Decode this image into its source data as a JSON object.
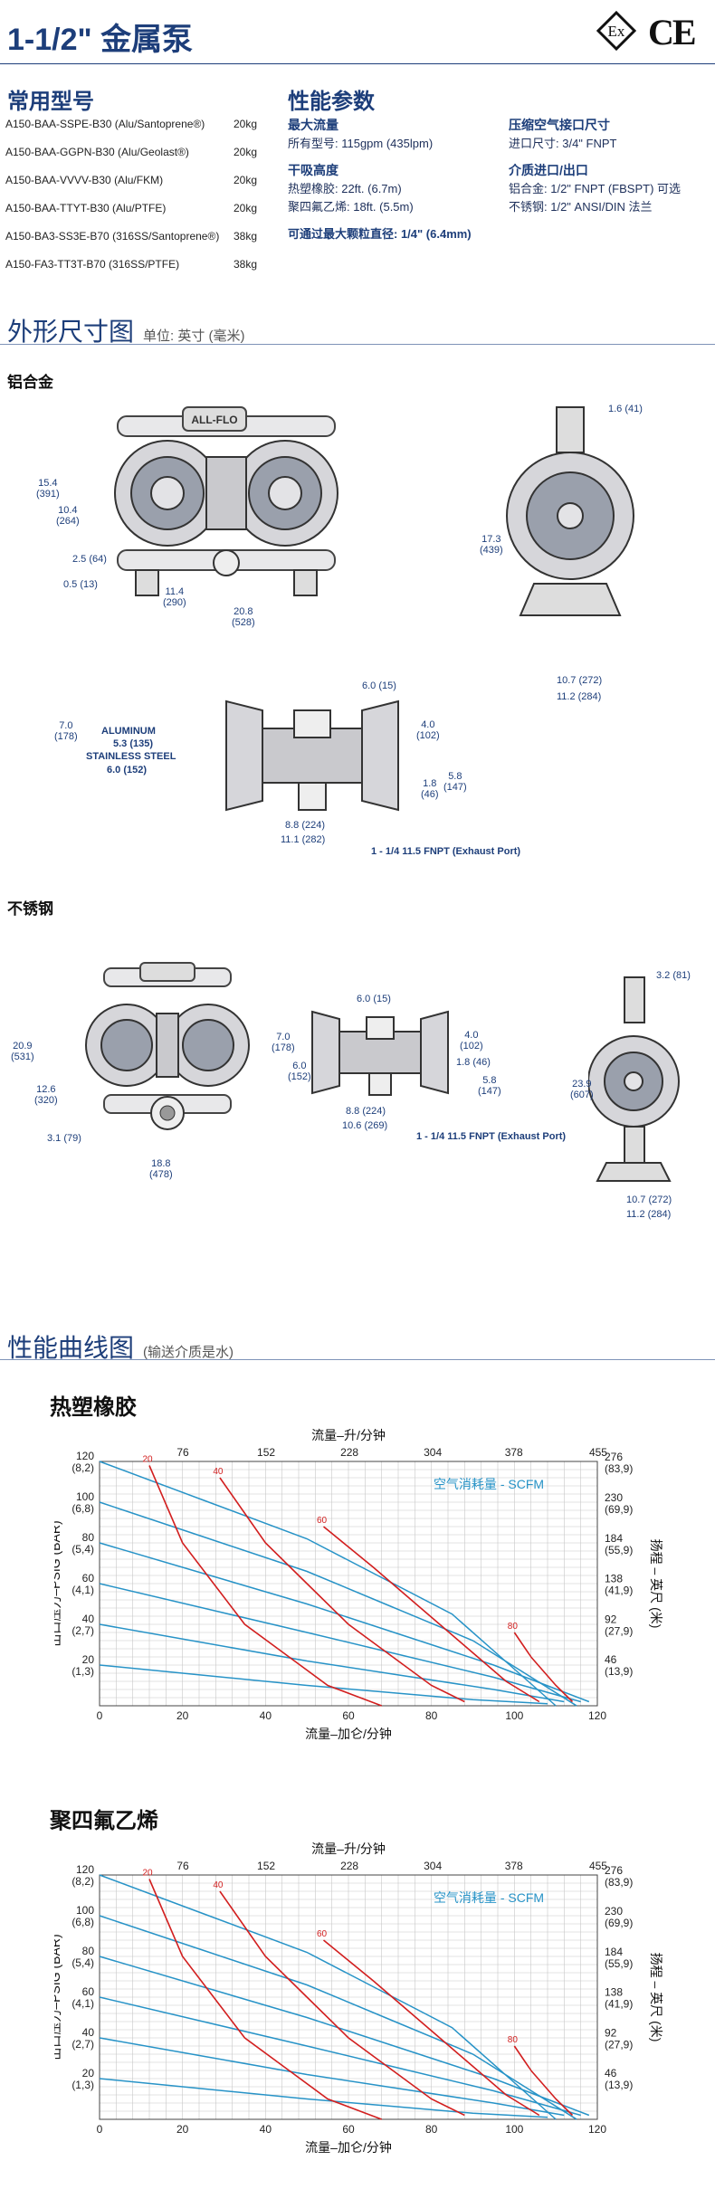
{
  "header": {
    "title": "1-1/2\" 金属泵",
    "marks": [
      "ex-mark",
      "ce-mark"
    ]
  },
  "models": {
    "heading": "常用型号",
    "rows": [
      {
        "name": "A150-BAA-SSPE-B30 (Alu/Santoprene®)",
        "weight": "20kg"
      },
      {
        "name": "A150-BAA-GGPN-B30 (Alu/Geolast®)",
        "weight": "20kg"
      },
      {
        "name": "A150-BAA-VVVV-B30 (Alu/FKM)",
        "weight": "20kg"
      },
      {
        "name": "A150-BAA-TTYT-B30 (Alu/PTFE)",
        "weight": "20kg"
      },
      {
        "name": "A150-BA3-SS3E-B70 (316SS/Santoprene®)",
        "weight": "38kg"
      },
      {
        "name": "A150-FA3-TT3T-B70 (316SS/PTFE)",
        "weight": "38kg"
      }
    ]
  },
  "performance": {
    "heading": "性能参数",
    "max_flow_h": "最大流量",
    "max_flow_t": "所有型号: 115gpm (435lpm)",
    "dry_h": "干吸高度",
    "dry_t1": "热塑橡胶: 22ft. (6.7m)",
    "dry_t2": "聚四氟乙烯: 18ft. (5.5m)",
    "particle": "可通过最大颗粒直径: 1/4\" (6.4mm)",
    "air_h": "压缩空气接口尺寸",
    "air_t": "进口尺寸: 3/4\" FNPT",
    "port_h": "介质进口/出口",
    "port_t1": "铝合金: 1/2\" FNPT (FBSPT) 可选",
    "port_t2": "不锈钢: 1/2\" ANSI/DIN 法兰"
  },
  "dimensions": {
    "title": "外形尺寸图",
    "unit": "单位: 英寸 (毫米)",
    "aluminum": "铝合金",
    "stainless": "不锈钢",
    "alu_front": [
      "15.4\n(391)",
      "10.4\n(264)",
      "2.5 (64)",
      "0.5 (13)",
      "11.4\n(290)",
      "20.8\n(528)"
    ],
    "alu_side": [
      "1.6 (41)",
      "17.3\n(439)",
      "10.7 (272)",
      "11.2 (284)"
    ],
    "alu_top": [
      "7.0\n(178)",
      "ALUMINUM",
      "5.3 (135)",
      "STAINLESS STEEL",
      "6.0 (152)",
      "6.0 (15)",
      "4.0\n(102)",
      "1.8\n(46)",
      "5.8\n(147)",
      "8.8 (224)",
      "11.1 (282)",
      "1 - 1/4 11.5 FNPT (Exhaust Port)"
    ],
    "ss_front": [
      "20.9\n(531)",
      "12.6\n(320)",
      "3.1 (79)",
      "18.8\n(478)"
    ],
    "ss_top": [
      "6.0 (15)",
      "7.0\n(178)",
      "6.0\n(152)",
      "4.0\n(102)",
      "1.8 (46)",
      "5.8\n(147)",
      "8.8 (224)",
      "10.6 (269)",
      "1 - 1/4 11.5 FNPT (Exhaust Port)"
    ],
    "ss_side": [
      "3.2 (81)",
      "23.9\n(607)",
      "10.7 (272)",
      "11.2 (284)"
    ]
  },
  "curves": {
    "title": "性能曲线图",
    "subtitle": "(输送介质是水)"
  },
  "chart_data": [
    {
      "type": "line",
      "title": "热塑橡胶",
      "xlabel": "流量–加仑/分钟",
      "x2label": "流量–升/分钟",
      "ylabel": "出口压力–PSIG (BAR)",
      "y2label": "扬程 – 英尺 (米)",
      "legend": "空气消耗量 - SCFM",
      "xticks": [
        "0",
        "20",
        "40",
        "60",
        "80",
        "100",
        "120"
      ],
      "x2ticks": [
        "76",
        "152",
        "228",
        "304",
        "378",
        "455"
      ],
      "yticks": [
        "120\n(8,2)",
        "100\n(6,8)",
        "80\n(5,4)",
        "60\n(4,1)",
        "40\n(2,7)",
        "20\n(1,3)"
      ],
      "y2ticks": [
        "276\n(83,9)",
        "230\n(69,9)",
        "184\n(55,9)",
        "138\n(41,9)",
        "92\n(27,9)",
        "46\n(13,9)"
      ],
      "xlim": [
        0,
        120
      ],
      "ylim": [
        0,
        120
      ],
      "series": [
        {
          "kind": "pressure",
          "x": [
            0,
            50,
            85,
            110
          ],
          "y": [
            120,
            82,
            45,
            0
          ]
        },
        {
          "kind": "pressure",
          "x": [
            0,
            50,
            90,
            115
          ],
          "y": [
            100,
            66,
            32,
            0
          ]
        },
        {
          "kind": "pressure",
          "x": [
            0,
            50,
            95,
            118
          ],
          "y": [
            80,
            50,
            20,
            2
          ]
        },
        {
          "kind": "pressure",
          "x": [
            0,
            50,
            95,
            116
          ],
          "y": [
            60,
            36,
            14,
            2
          ]
        },
        {
          "kind": "pressure",
          "x": [
            0,
            50,
            95,
            112
          ],
          "y": [
            40,
            22,
            8,
            2
          ]
        },
        {
          "kind": "pressure",
          "x": [
            0,
            50,
            90,
            108
          ],
          "y": [
            20,
            10,
            3,
            1
          ]
        },
        {
          "kind": "air",
          "name": "20",
          "x": [
            12,
            20,
            35,
            55,
            68
          ],
          "y": [
            118,
            80,
            40,
            10,
            0
          ]
        },
        {
          "kind": "air",
          "name": "40",
          "x": [
            29,
            40,
            60,
            80,
            88
          ],
          "y": [
            112,
            80,
            40,
            10,
            2
          ]
        },
        {
          "kind": "air",
          "name": "60",
          "x": [
            54,
            66,
            82,
            98,
            106
          ],
          "y": [
            88,
            68,
            40,
            12,
            2
          ]
        },
        {
          "kind": "air",
          "name": "80",
          "x": [
            100,
            104,
            110,
            114
          ],
          "y": [
            36,
            24,
            10,
            2
          ]
        }
      ]
    },
    {
      "type": "line",
      "title": "聚四氟乙烯",
      "xlabel": "流量–加仑/分钟",
      "x2label": "流量–升/分钟",
      "ylabel": "出口压力–PSIG (BAR)",
      "y2label": "扬程 – 英尺 (米)",
      "legend": "空气消耗量 - SCFM",
      "xticks": [
        "0",
        "20",
        "40",
        "60",
        "80",
        "100",
        "120"
      ],
      "x2ticks": [
        "76",
        "152",
        "228",
        "304",
        "378",
        "455"
      ],
      "yticks": [
        "120\n(8,2)",
        "100\n(6,8)",
        "80\n(5,4)",
        "60\n(4,1)",
        "40\n(2,7)",
        "20\n(1,3)"
      ],
      "y2ticks": [
        "276\n(83,9)",
        "230\n(69,9)",
        "184\n(55,9)",
        "138\n(41,9)",
        "92\n(27,9)",
        "46\n(13,9)"
      ],
      "xlim": [
        0,
        120
      ],
      "ylim": [
        0,
        120
      ],
      "series": [
        {
          "kind": "pressure",
          "x": [
            0,
            50,
            85,
            110
          ],
          "y": [
            120,
            82,
            45,
            0
          ]
        },
        {
          "kind": "pressure",
          "x": [
            0,
            50,
            90,
            115
          ],
          "y": [
            100,
            66,
            32,
            0
          ]
        },
        {
          "kind": "pressure",
          "x": [
            0,
            50,
            95,
            118
          ],
          "y": [
            80,
            50,
            20,
            2
          ]
        },
        {
          "kind": "pressure",
          "x": [
            0,
            50,
            95,
            116
          ],
          "y": [
            60,
            36,
            14,
            2
          ]
        },
        {
          "kind": "pressure",
          "x": [
            0,
            50,
            95,
            112
          ],
          "y": [
            40,
            22,
            8,
            2
          ]
        },
        {
          "kind": "pressure",
          "x": [
            0,
            50,
            90,
            108
          ],
          "y": [
            20,
            10,
            3,
            1
          ]
        },
        {
          "kind": "air",
          "name": "20",
          "x": [
            12,
            20,
            35,
            55,
            68
          ],
          "y": [
            118,
            80,
            40,
            10,
            0
          ]
        },
        {
          "kind": "air",
          "name": "40",
          "x": [
            29,
            40,
            60,
            80,
            88
          ],
          "y": [
            112,
            80,
            40,
            10,
            2
          ]
        },
        {
          "kind": "air",
          "name": "60",
          "x": [
            54,
            66,
            82,
            98,
            106
          ],
          "y": [
            88,
            68,
            40,
            12,
            2
          ]
        },
        {
          "kind": "air",
          "name": "80",
          "x": [
            100,
            104,
            110,
            114
          ],
          "y": [
            36,
            24,
            10,
            2
          ]
        }
      ]
    }
  ],
  "colors": {
    "brand": "#1d3e7a",
    "pressure": "#2793c7",
    "air": "#d21f1f",
    "grid": "#c7c7c7"
  }
}
